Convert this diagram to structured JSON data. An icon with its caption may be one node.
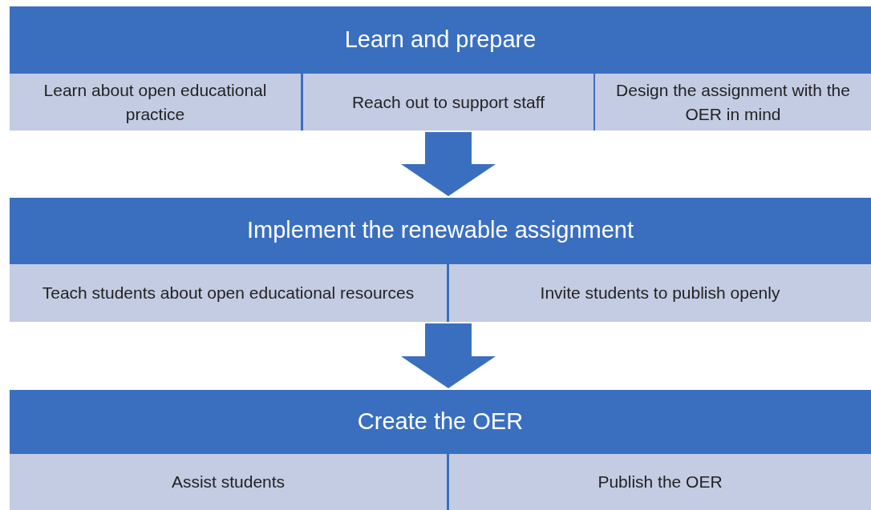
{
  "diagram": {
    "nodes": [
      {
        "text": [
          "Learn and prepare"
        ]
      },
      {
        "text": [
          "Learn about open educational practice"
        ],
        "in": 0
      },
      {
        "text": [
          "Reach out to support staff"
        ],
        "in": 0
      },
      {
        "text": [
          "Design the assignment with the OER in mind"
        ],
        "in": 0
      },
      {
        "text": [
          "Implement the renewable assignment"
        ]
      },
      {
        "text": [
          "Teach students about open educational resources"
        ],
        "in": 4
      },
      {
        "text": [
          "Invite students to publish openly"
        ],
        "in": 4
      },
      {
        "text": [
          "Create the OER"
        ]
      },
      {
        "text": [
          "Assist students"
        ],
        "in": 7
      },
      {
        "text": [
          "Publish the OER"
        ],
        "in": 7
      }
    ],
    "edges": [
      {
        "from": 0,
        "to": 4,
        "arrow": "to"
      },
      {
        "from": 4,
        "to": 7,
        "arrow": "to"
      }
    ]
  }
}
